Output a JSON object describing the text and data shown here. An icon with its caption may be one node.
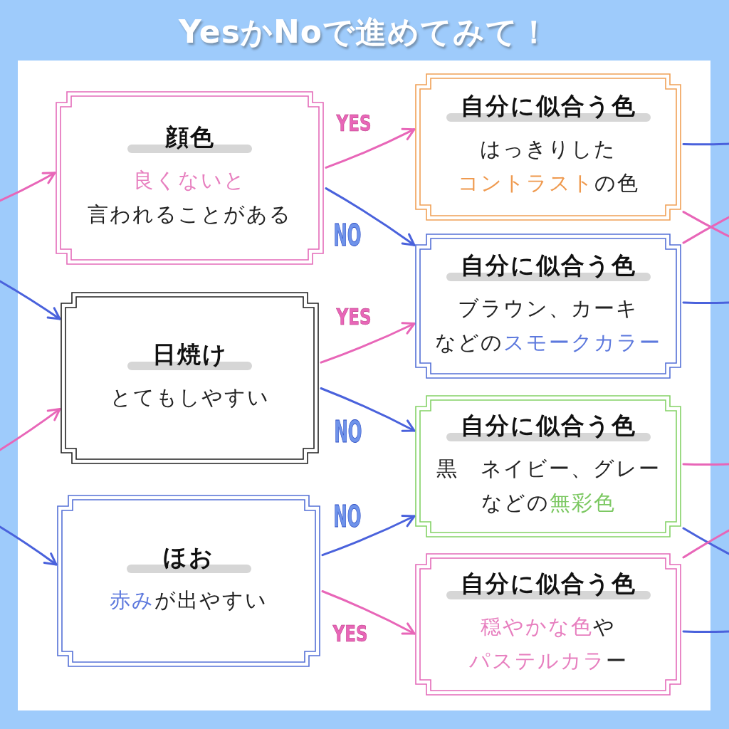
{
  "diagram": {
    "title": "YesかNoで進めてみて！",
    "nodes": [
      {
        "text": [
          "顔色",
          "良くないと言われることがある"
        ]
      },
      {
        "text": [
          "日焼け",
          "とてもしやすい"
        ]
      },
      {
        "text": [
          "ほお",
          "赤みが出やすい"
        ]
      },
      {
        "text": [
          "自分に似合う色",
          "はっきりしたコントラストの色"
        ]
      },
      {
        "text": [
          "自分に似合う色",
          "ブラウン、カーキなどのスモークカラー"
        ]
      },
      {
        "text": [
          "自分に似合う色",
          "黒　ネイビー、グレーなどの無彩色"
        ]
      },
      {
        "text": [
          "自分に似合う色",
          "穏やかな色やパステルカラー"
        ]
      }
    ],
    "edges": [
      {
        "from": null,
        "to": 0,
        "arrow": "to",
        "color": "#e866b8"
      },
      {
        "from": null,
        "to": 1,
        "arrow": "to",
        "color": "#4a62dc"
      },
      {
        "from": null,
        "to": 1,
        "arrow": "to",
        "color": "#e866b8"
      },
      {
        "from": null,
        "to": 2,
        "arrow": "to",
        "color": "#4a62dc"
      },
      {
        "from": 0,
        "to": 3,
        "arrow": "to",
        "label": "YES",
        "color": "#e866b8"
      },
      {
        "from": 0,
        "to": 4,
        "arrow": "to",
        "label": "NO",
        "color": "#4a62dc"
      },
      {
        "from": 1,
        "to": 4,
        "arrow": "to",
        "label": "YES",
        "color": "#e866b8"
      },
      {
        "from": 1,
        "to": 5,
        "arrow": "to",
        "label": "NO",
        "color": "#4a62dc"
      },
      {
        "from": 2,
        "to": 5,
        "arrow": "to",
        "label": "NO",
        "color": "#4a62dc"
      },
      {
        "from": 2,
        "to": 6,
        "arrow": "to",
        "label": "YES",
        "color": "#e866b8"
      },
      {
        "from": 3,
        "to": null,
        "arrow": "none",
        "color": "#4a62dc"
      },
      {
        "from": 3,
        "to": null,
        "arrow": "none",
        "color": "#e866b8"
      },
      {
        "from": 4,
        "to": null,
        "arrow": "none",
        "color": "#e866b8"
      },
      {
        "from": 4,
        "to": null,
        "arrow": "none",
        "color": "#4a62dc"
      },
      {
        "from": 5,
        "to": null,
        "arrow": "none",
        "color": "#e866b8"
      },
      {
        "from": 5,
        "to": null,
        "arrow": "none",
        "color": "#4a62dc"
      },
      {
        "from": 6,
        "to": null,
        "arrow": "none",
        "color": "#e866b8"
      },
      {
        "from": 6,
        "to": null,
        "arrow": "none",
        "color": "#4a62dc"
      }
    ]
  }
}
